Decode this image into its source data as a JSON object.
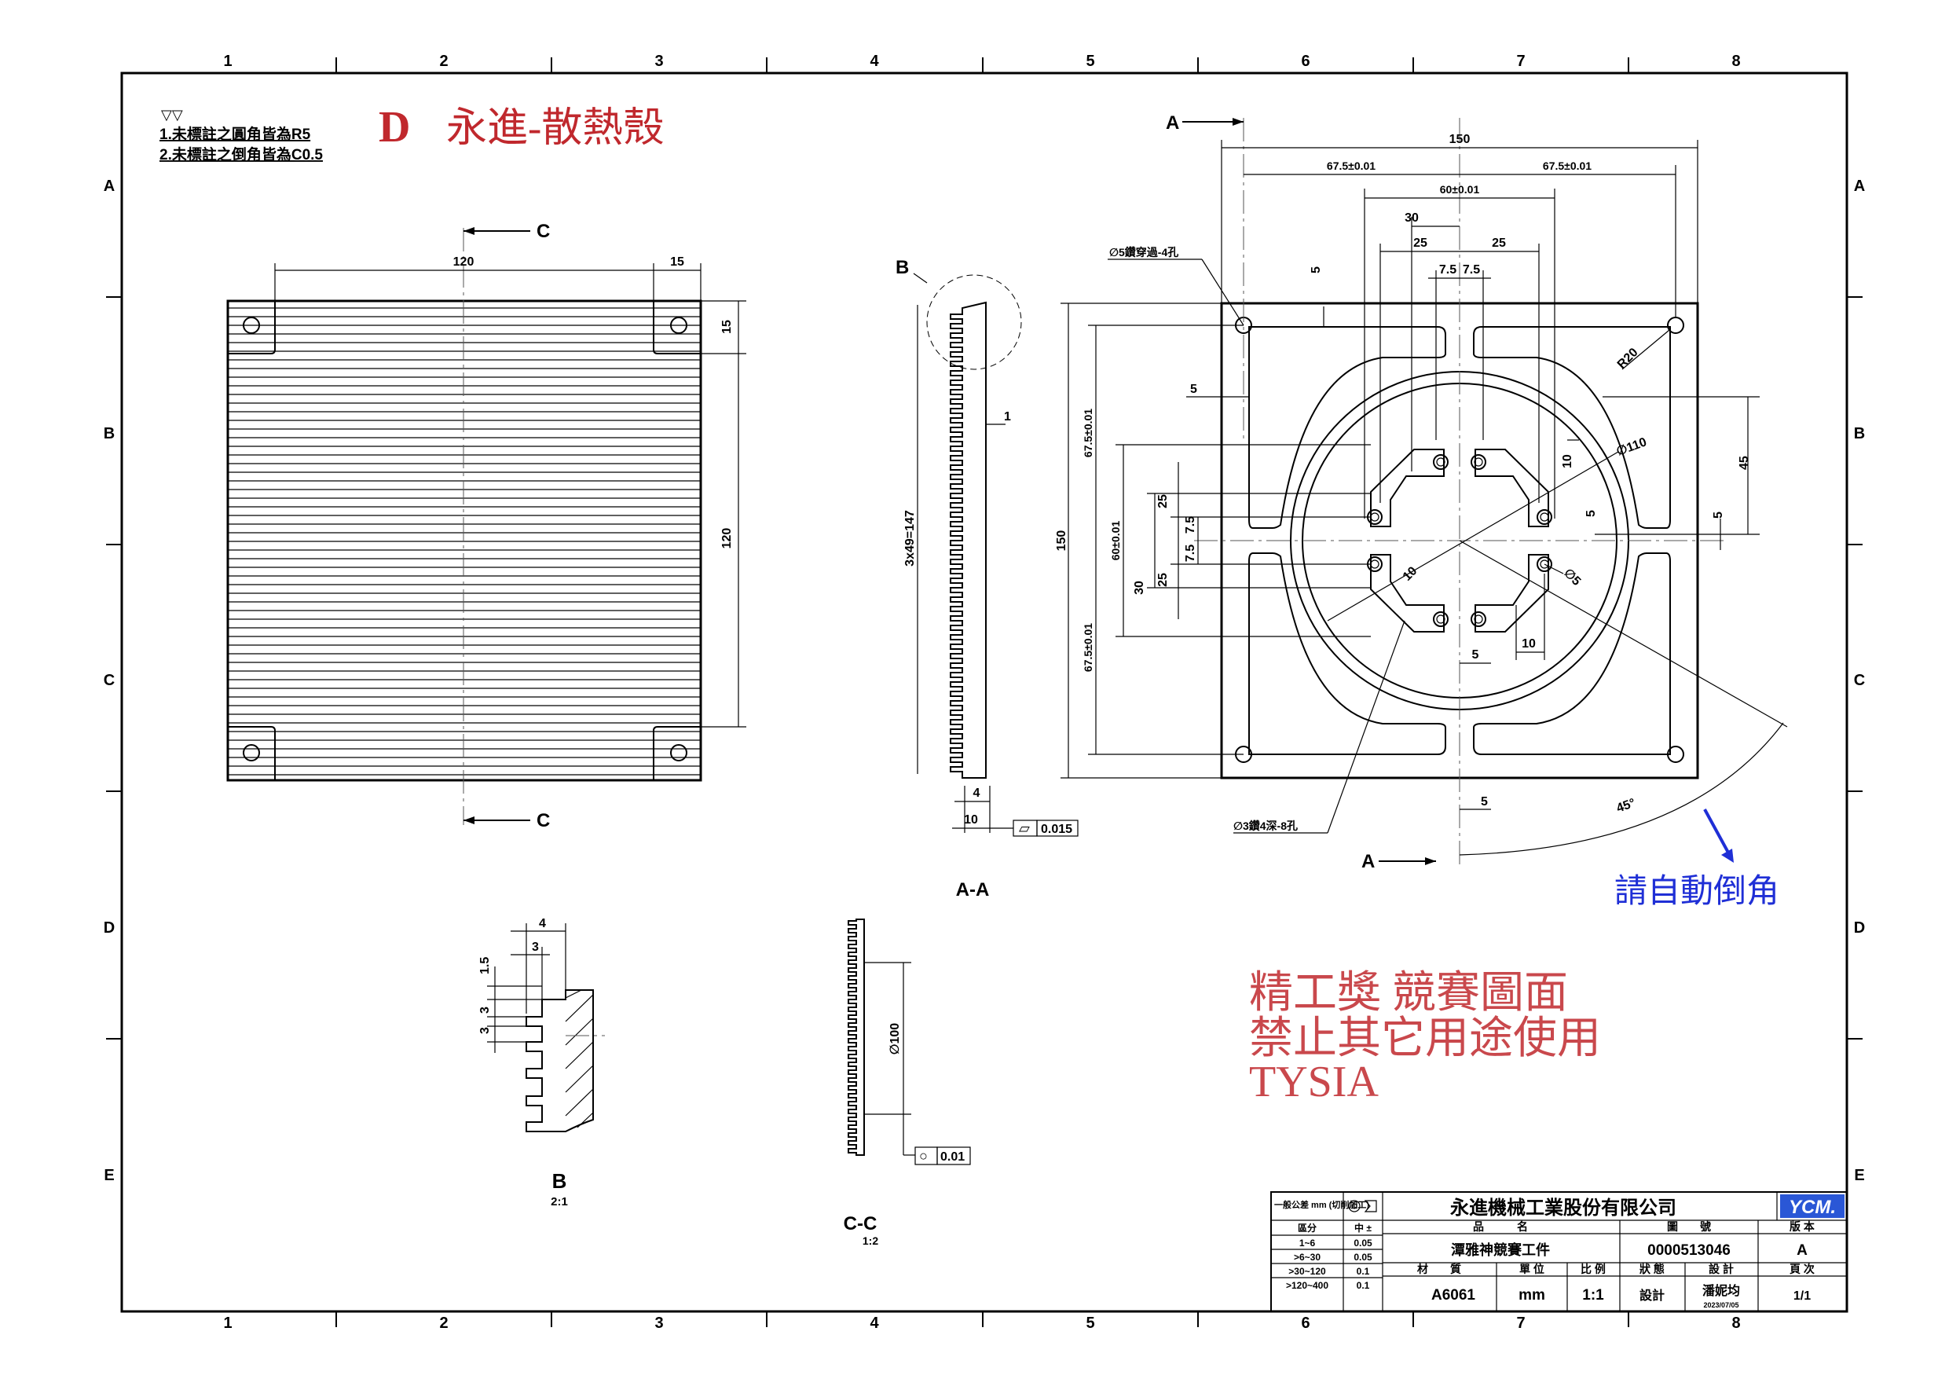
{
  "colors": {
    "title_red": "#c0282d",
    "note_blue": "#1f2fd6",
    "ink": "#000000",
    "logo_blue": "#2a57d6"
  },
  "sheet": {
    "col_labels": [
      "1",
      "2",
      "3",
      "4",
      "5",
      "6",
      "7",
      "8"
    ],
    "row_labels": [
      "A",
      "B",
      "C",
      "D",
      "E"
    ]
  },
  "notes": {
    "surface_symbol": "▽▽",
    "line1": "1.未標註之圓角皆為R5",
    "line2": "2.未標註之倒角皆為C0.5"
  },
  "title": {
    "prefix": "D",
    "text": "永進-散熱殼"
  },
  "front_view": {
    "section_label_top": "C",
    "section_label_bottom": "C",
    "dim_width": "120",
    "dim_offset": "15",
    "dim_right_top": "15",
    "dim_right_height": "120"
  },
  "section_aa": {
    "callout": "B",
    "dim_pitch": "3x49=147",
    "dim_1": "1",
    "dim_4": "4",
    "dim_10": "10",
    "flatness_symbol": "▱",
    "flatness_value": "0.015",
    "label": "A-A"
  },
  "plan_view": {
    "section_arrow_top": "A",
    "section_arrow_bottom": "A",
    "dim_150": "150",
    "dim_67_5_left": "67.5±0.01",
    "dim_67_5_right": "67.5±0.01",
    "dim_60": "60±0.01",
    "dim_30": "30",
    "dim_25_left": "25",
    "dim_25_right": "25",
    "dim_7_5_a": "7.5",
    "dim_7_5_b": "7.5",
    "note_holes": "∅5鑽穿過-4孔",
    "dim_5_top": "5",
    "dim_5_left": "5",
    "dim_r20": "R20",
    "dim_dia110": "∅110",
    "dim_10_a": "10",
    "dim_5_b": "5",
    "dim_45": "45",
    "dim_5_c": "5",
    "dim_dia5": "∅5",
    "dim_10_b": "10",
    "dim_5_d": "5",
    "dim_10_c": "10",
    "left_150": "150",
    "left_67_5_top": "67.5±0.01",
    "left_60": "60±0.01",
    "left_25_a": "25",
    "left_7_5_a": "7.5",
    "left_7_5_b": "7.5",
    "left_30": "30",
    "left_25_b": "25",
    "left_67_5_bottom": "67.5±0.01",
    "dim_5_bottom": "5",
    "dim_45deg": "45°",
    "note_tapped": "∅3鑽4深-8孔"
  },
  "auto_chamfer_note": "請自動倒角",
  "detail_b": {
    "dim_4": "4",
    "dim_3": "3",
    "dim_1_5": "1.5",
    "dim_3_a": "3",
    "dim_3_b": "3",
    "label": "B",
    "scale": "2:1"
  },
  "section_cc": {
    "dim_dia100": "∅100",
    "runout_symbol": "○",
    "runout_value": "0.01",
    "label": "C-C",
    "scale": "1:2"
  },
  "watermark": {
    "line1": "精工獎 競賽圖面",
    "line2": "禁止其它用途使用",
    "line3": "TYSIA"
  },
  "title_block": {
    "tol_header": "一般公差 mm (切削加工)",
    "company": "永進機械工業股份有限公司",
    "logo": "YCM.",
    "tol_rows": [
      {
        "range": "區分",
        "value": "中 ±"
      },
      {
        "range": "1~6",
        "value": "0.05"
      },
      {
        "range": ">6~30",
        "value": "0.05"
      },
      {
        "range": ">30~120",
        "value": "0.1"
      },
      {
        "range": ">120~400",
        "value": "0.1"
      }
    ],
    "h_part_name": "品　　　名",
    "h_drawing_no": "圖　　號",
    "h_version": "版 本",
    "part_name": "潭雅神競賽工件",
    "drawing_no": "0000513046",
    "version": "A",
    "h_material": "材　　質",
    "h_unit": "單 位",
    "h_scale": "比 例",
    "h_status": "狀 態",
    "h_designer": "設 計",
    "h_page": "頁 次",
    "material": "A6061",
    "unit": "mm",
    "scale": "1:1",
    "status": "設計",
    "designer": "潘妮均",
    "date": "2023/07/05",
    "page": "1/1"
  }
}
